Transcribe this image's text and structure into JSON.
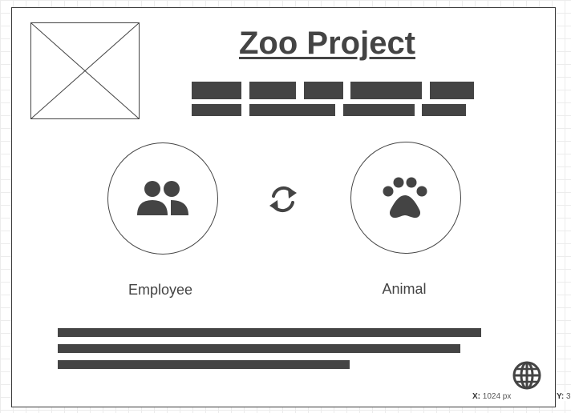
{
  "header": {
    "title": "Zoo Project"
  },
  "entities": [
    {
      "label": "Employee",
      "icon": "people-icon"
    },
    {
      "label": "Animal",
      "icon": "paw-icon"
    }
  ],
  "connector": {
    "icon": "sync-icon"
  },
  "footer": {
    "icon": "globe-icon"
  },
  "status": {
    "x_key": "X:",
    "x_value": "1024 px",
    "y_key": "Y:",
    "y_value": "3"
  },
  "colors": {
    "ink": "#444444",
    "grid": "#ececec",
    "background": "#ffffff"
  }
}
